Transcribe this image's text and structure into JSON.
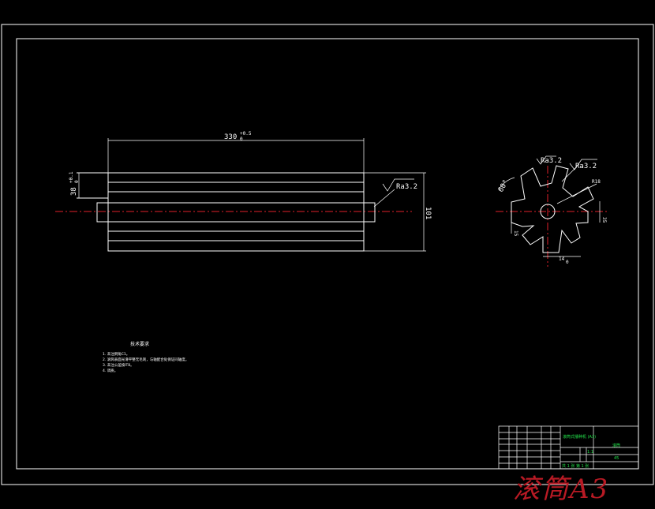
{
  "colors": {
    "background": "#000000",
    "lines": "#ffffff",
    "centerline": "#e0202a",
    "titleblock_text": "#22e04a",
    "stamp": "#b81a24"
  },
  "front_view": {
    "dim_length": "330",
    "dim_length_tol": "+0.5",
    "dim_length_tol2": "0",
    "dim_diameter": "38",
    "dim_diameter_tol": "+0.1",
    "dim_diameter_tol2": "0",
    "dim_overall": "101",
    "roughness": "Ra3.2"
  },
  "side_view": {
    "roughness_1": "Ra3.2",
    "roughness_2": "Ra3.2",
    "angle": "60°",
    "dim_radius": "R18",
    "dim_15": "15",
    "dim_35": "35",
    "dim_14": "14",
    "dim_14_tol": "0"
  },
  "notes": {
    "title": "技术要求",
    "items": [
      "1. 未注倒角C1。",
      "2. 滚筒表面光滑平整无毛刺，与轴配合处保证同轴度。",
      "3. 未注公差按IT8。",
      "4. 调质。"
    ]
  },
  "title_block": {
    "drawing_name": "滚筒",
    "subtitle": "滚筒式播种机 (A3)",
    "material": "45",
    "scale": "1:1",
    "sheet": "共 1 张 第 1 张"
  },
  "stamp_text": "滚筒A3"
}
